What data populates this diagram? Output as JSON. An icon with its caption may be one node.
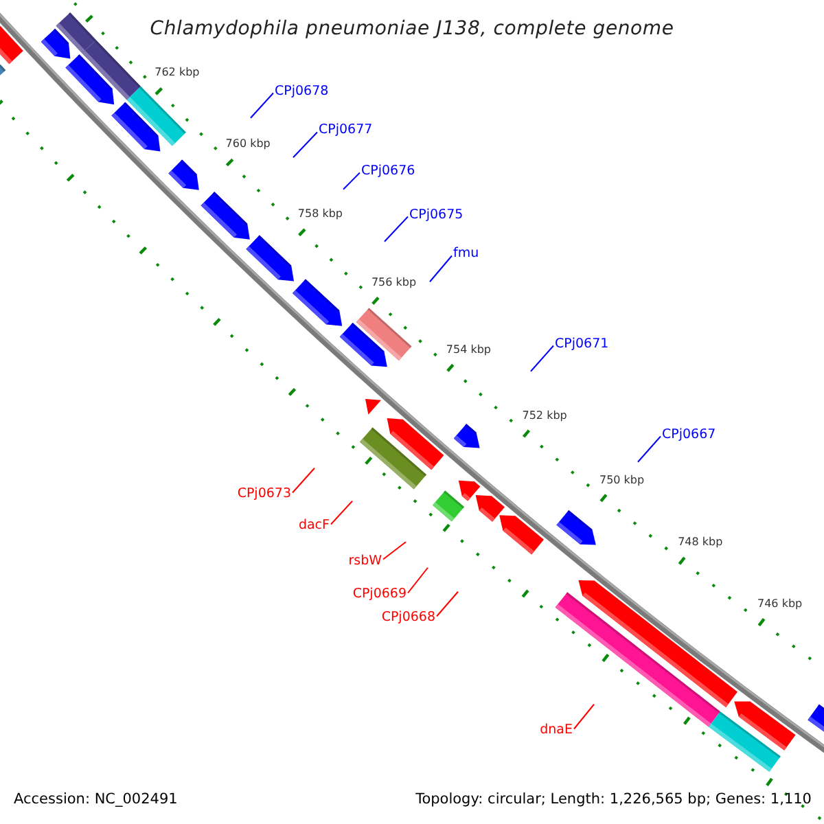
{
  "diagram": {
    "title": "Chlamydophila pneumoniae J138, complete genome",
    "nodes": [
      {
        "text": [
          "CPj0678"
        ]
      },
      {
        "text": [
          "CPj0677"
        ]
      },
      {
        "text": [
          "CPj0676"
        ]
      },
      {
        "text": [
          "CPj0675"
        ]
      },
      {
        "text": [
          "fmu"
        ]
      },
      {
        "text": [
          "CPj0671"
        ]
      },
      {
        "text": [
          "CPj0667"
        ]
      },
      {
        "text": [
          "CPj0673"
        ]
      },
      {
        "text": [
          "dacF"
        ]
      },
      {
        "text": [
          "rsbW"
        ]
      },
      {
        "text": [
          "CPj0669"
        ]
      },
      {
        "text": [
          "CPj0668"
        ]
      },
      {
        "text": [
          "dnaE"
        ]
      }
    ],
    "edges": [
      {
        "from": 0,
        "to": null,
        "arrow": "none"
      },
      {
        "from": 1,
        "to": null,
        "arrow": "none"
      },
      {
        "from": 2,
        "to": null,
        "arrow": "none"
      },
      {
        "from": 3,
        "to": null,
        "arrow": "none"
      },
      {
        "from": 4,
        "to": null,
        "arrow": "none"
      },
      {
        "from": 5,
        "to": null,
        "arrow": "none"
      },
      {
        "from": 6,
        "to": null,
        "arrow": "none"
      },
      {
        "from": 7,
        "to": null,
        "arrow": "none",
        "color": "#ff0000"
      },
      {
        "from": 8,
        "to": null,
        "arrow": "none",
        "color": "#ff0000"
      },
      {
        "from": 9,
        "to": null,
        "arrow": "none",
        "color": "#ff0000"
      },
      {
        "from": 10,
        "to": null,
        "arrow": "none",
        "color": "#ff0000"
      },
      {
        "from": 11,
        "to": null,
        "arrow": "none",
        "color": "#ff0000"
      },
      {
        "from": 12,
        "to": null,
        "arrow": "none",
        "color": "#ff0000"
      }
    ],
    "labels": [
      "762 kbp",
      "760 kbp",
      "758 kbp",
      "756 kbp",
      "754 kbp",
      "752 kbp",
      "750 kbp",
      "748 kbp",
      "746 kbp",
      "Accession: NC_002491",
      "Topology: circular; Length: 1,226,565 bp; Genes: 1,110"
    ]
  }
}
